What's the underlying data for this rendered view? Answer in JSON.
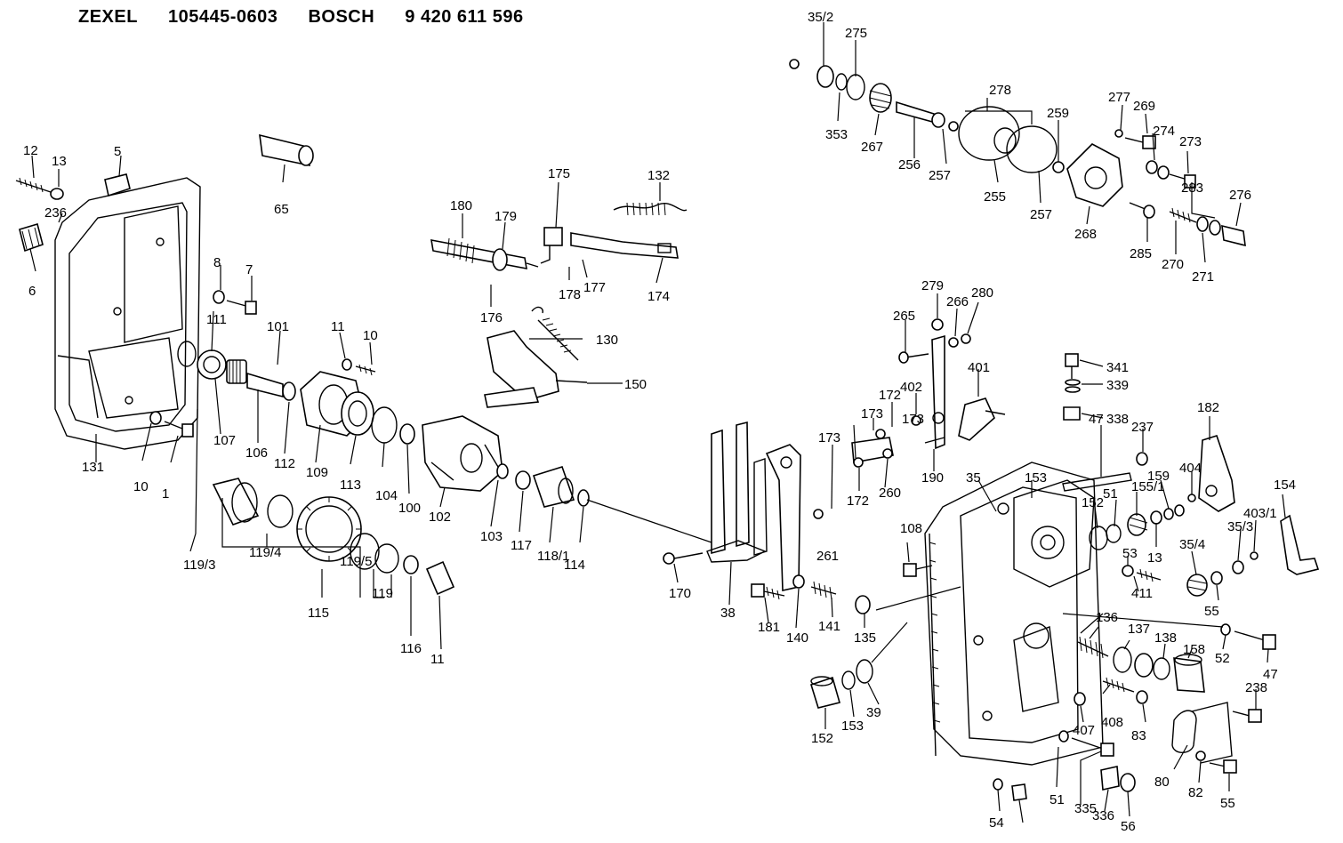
{
  "title": {
    "maker1": "ZEXEL",
    "part1": "105445-0603",
    "maker2": "BOSCH",
    "part2": "9 420 611 596"
  },
  "callouts": [
    "35/2",
    "275",
    "278",
    "277",
    "269",
    "274",
    "273",
    "259",
    "353",
    "267",
    "256",
    "257",
    "255",
    "257",
    "268",
    "283",
    "276",
    "285",
    "270",
    "271",
    "12",
    "13",
    "5",
    "236",
    "6",
    "65",
    "175",
    "132",
    "180",
    "179",
    "178",
    "177",
    "174",
    "176",
    "8",
    "7",
    "111",
    "101",
    "11",
    "10",
    "130",
    "150",
    "279",
    "266",
    "280",
    "265",
    "401",
    "341",
    "339",
    "338",
    "402",
    "173",
    "172",
    "173",
    "173",
    "172",
    "261",
    "260",
    "190",
    "182",
    "47",
    "237",
    "35",
    "153",
    "152",
    "51",
    "155/1",
    "159",
    "404",
    "154",
    "13",
    "53",
    "411",
    "403/1",
    "35/3",
    "35/4",
    "55",
    "52",
    "47",
    "108",
    "107",
    "106",
    "112",
    "109",
    "113",
    "104",
    "100",
    "102",
    "103",
    "117",
    "118/1",
    "114",
    "119/3",
    "119/4",
    "119/5",
    "119",
    "115",
    "116",
    "11",
    "10",
    "1",
    "131",
    "170",
    "38",
    "181",
    "140",
    "141",
    "135",
    "136",
    "137",
    "138",
    "158",
    "152",
    "153",
    "39",
    "407",
    "408",
    "83",
    "238",
    "80",
    "82",
    "55",
    "51",
    "335",
    "336",
    "56",
    "54"
  ]
}
